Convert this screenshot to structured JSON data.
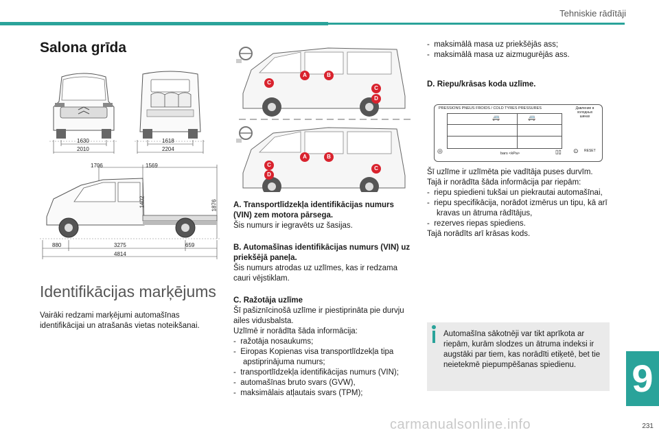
{
  "header": {
    "chapter_title": "Tehniskie rādītāji",
    "chapter_number": "9",
    "page_number": "231"
  },
  "watermark": "carmanualsonline.info",
  "section_floor": {
    "title": "Salona grīda"
  },
  "dims": {
    "front_track": "1630",
    "front_width": "2010",
    "rear_track": "1618",
    "rear_width": "2204",
    "cab_len": "1706",
    "cargo_len": "1569",
    "floor_h": "1402",
    "total_h": "1876",
    "front_oh": "880",
    "wheelbase": "3275",
    "rear_oh": "659",
    "total_len": "4814"
  },
  "markers": [
    "A",
    "B",
    "C",
    "C",
    "D",
    "A",
    "B",
    "C",
    "C",
    "D"
  ],
  "section_ident": {
    "title": "Identifikācijas marķējums",
    "intro": "Vairāki redzami marķējumi automašīnas identifikācijai un atrašanās vietas noteikšanai."
  },
  "block_a": {
    "title": "A. Transportlīdzekļa identifikācijas numurs (VIN) zem motora pārsega.",
    "text": "Šis numurs ir iegravēts uz šasijas."
  },
  "block_b": {
    "title": "B. Automašīnas identifikācijas numurs (VIN) uz priekšējā paneļa.",
    "text": "Šis numurs atrodas uz uzlīmes, kas ir redzama cauri vējstiklam."
  },
  "block_c": {
    "title": "C. Ražotāja uzlīme",
    "text1": "Šī pašiznīcinošā uzlīme ir piestiprināta pie durvju ailes vidusbalsta.",
    "text2": "Uzlīmē ir norādīta šāda informācija:",
    "items": [
      "-  ražotāja nosaukums;",
      "-  Eiropas Kopienas visa transportlīdzekļa tipa apstiprinājuma numurs;",
      "-  transportlīdzekļa identifikācijas numurs (VIN);",
      "-  automašīnas bruto svars (GVW),",
      "-  maksimālais atļautais svars (TPM);"
    ]
  },
  "col3": {
    "items": [
      "-  maksimālā masa uz priekšējās ass;",
      "-  maksimālā masa uz aizmugurējās ass."
    ],
    "d_title": "D. Riepu/krāsas koda uzlīme.",
    "label_title": "PRESSIONS PNEUS FROIDS / COLD TYRES PRESSURES",
    "label_ru": "Давление в холодных шинах",
    "label_bars": "bars <kPa>",
    "label_reset": "RESET",
    "p1": "Šī uzlīme ir uzlīmēta pie vadītāja puses durvīm.",
    "p2": "Tajā ir norādīta šāda informācija par riepām:",
    "d_items": [
      "-  riepu spiedieni tukšai un piekrautai automašīnai,",
      "-  riepu specifikācija, norādot izmērus un tipu, kā arī kravas un ātruma rādītājus,",
      "-  rezerves riepas spiediens."
    ],
    "p3": "Tajā norādīts arī krāsas kods."
  },
  "info": {
    "text": "Automašīna sākotnēji var tikt aprīkota ar riepām, kurām slodzes un ātruma indeksi ir augstāki par tiem, kas norādīti etiķetē, bet tie neietekmē piepumpēšanas spiedienu."
  },
  "colors": {
    "accent": "#2aa39a",
    "marker_red": "#d9232e"
  }
}
